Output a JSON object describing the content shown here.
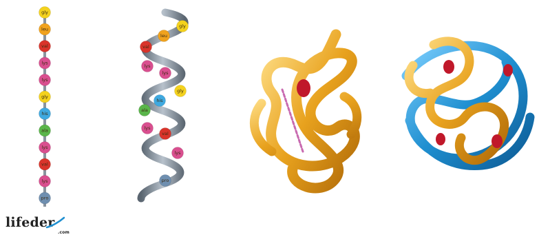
{
  "figure": {
    "primary_structure": {
      "residues": [
        "gly",
        "leu",
        "val",
        "lys",
        "lys",
        "gly",
        "his",
        "ala",
        "lys",
        "val",
        "lys",
        "pro"
      ],
      "colors": [
        "#f4d21e",
        "#f0a21e",
        "#d9342b",
        "#d94f8f",
        "#d94f8f",
        "#f4d21e",
        "#3fa9e0",
        "#5ab54a",
        "#d94f8f",
        "#d9342b",
        "#d94f8f",
        "#6f8fb0"
      ]
    },
    "secondary_structure": {
      "residues": [
        "gly",
        "leu",
        "val",
        "lys",
        "lys",
        "gly",
        "his",
        "ala",
        "lys",
        "val",
        "lys",
        "pro"
      ],
      "colors": [
        "#f4d21e",
        "#f0a21e",
        "#d9342b",
        "#d94f8f",
        "#d94f8f",
        "#f4d21e",
        "#3fa9e0",
        "#5ab54a",
        "#d94f8f",
        "#d9342b",
        "#d94f8f",
        "#6f8fb0"
      ]
    },
    "tertiary_structure": {
      "ribbon_color": "#e8a21e",
      "heme_color": "#c0182a"
    },
    "quaternary_structure": {
      "ribbon_colors": [
        "#e8a21e",
        "#1f8fd0"
      ],
      "heme_color": "#c0182a"
    }
  },
  "logo": {
    "text": "lifeder",
    "suffix": ".com"
  }
}
